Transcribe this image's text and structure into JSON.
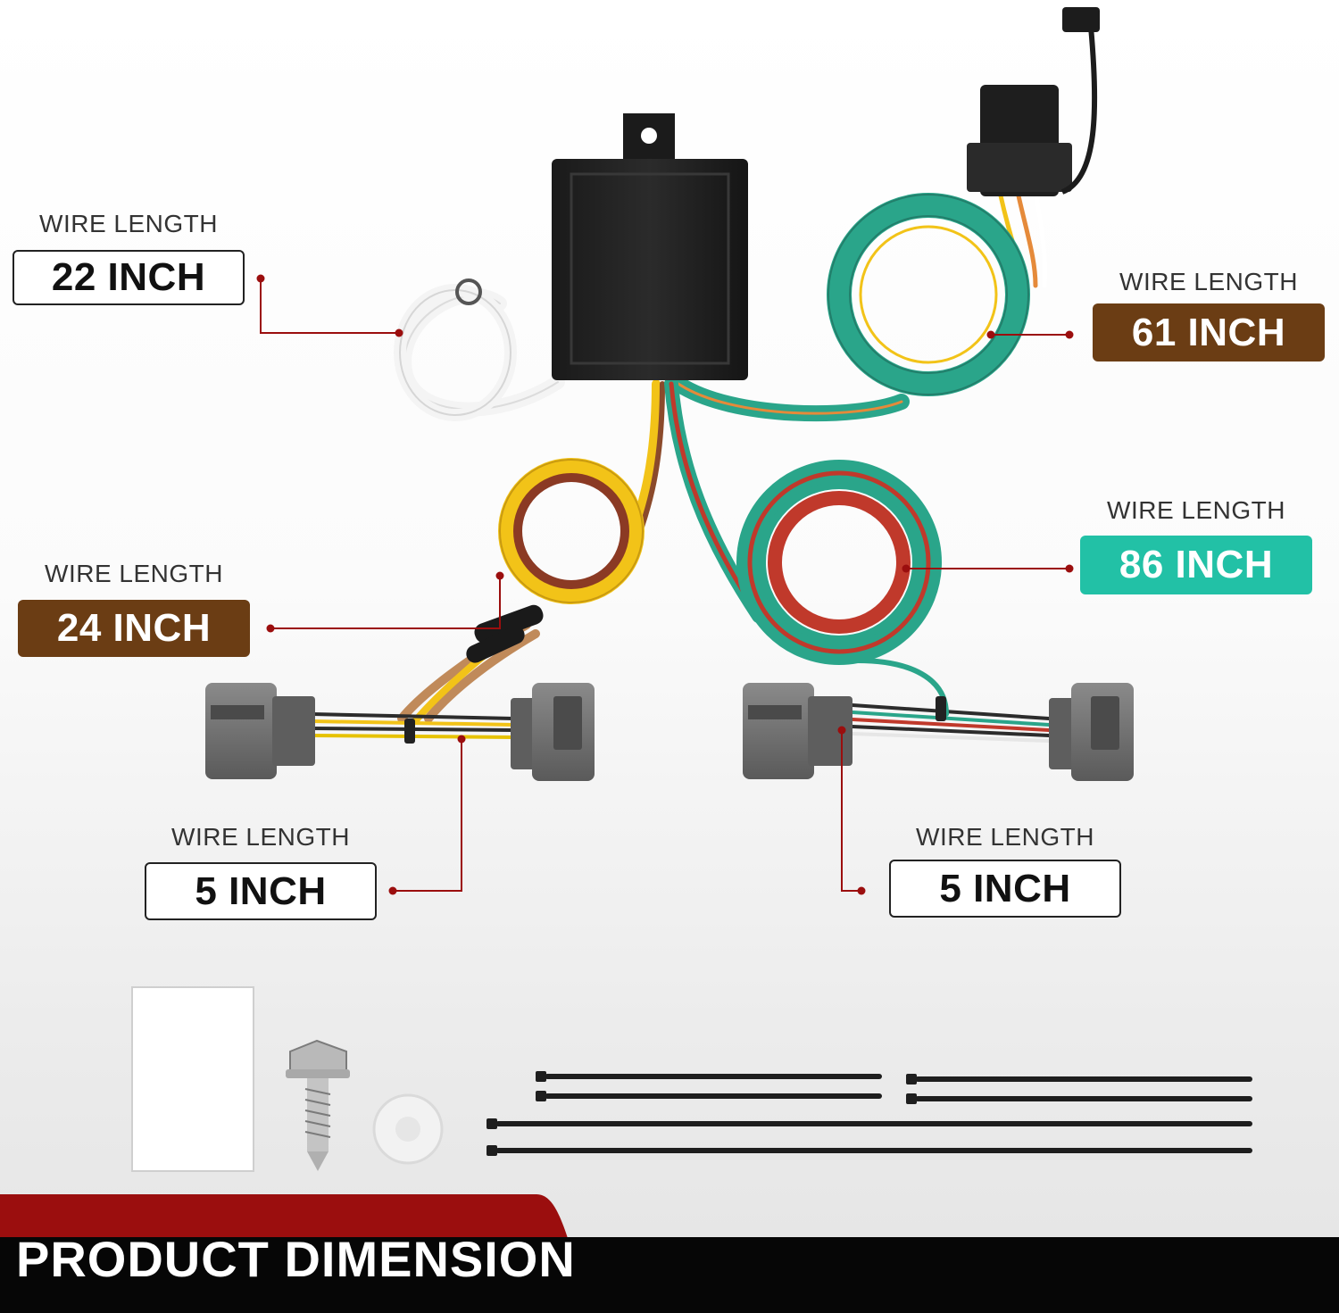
{
  "callouts": {
    "top_left": {
      "caption": "WIRE LENGTH",
      "value": "22 INCH"
    },
    "top_right": {
      "caption": "WIRE LENGTH",
      "value": "61 INCH"
    },
    "mid_right": {
      "caption": "WIRE LENGTH",
      "value": "86 INCH"
    },
    "mid_left": {
      "caption": "WIRE LENGTH",
      "value": "24 INCH"
    },
    "bottom_left": {
      "caption": "WIRE LENGTH",
      "value": "5 INCH"
    },
    "bottom_right": {
      "caption": "WIRE LENGTH",
      "value": "5 INCH"
    }
  },
  "footer": {
    "title": "PRODUCT DIMENSION"
  },
  "colors": {
    "accent_red": "#9b0e0e",
    "brown": "#6b3d14",
    "teal": "#22c1a6",
    "wire_green": "#2aa58a",
    "wire_yellow": "#f2c318",
    "wire_red": "#c0392b",
    "connector_gray": "#6e6e6e"
  }
}
